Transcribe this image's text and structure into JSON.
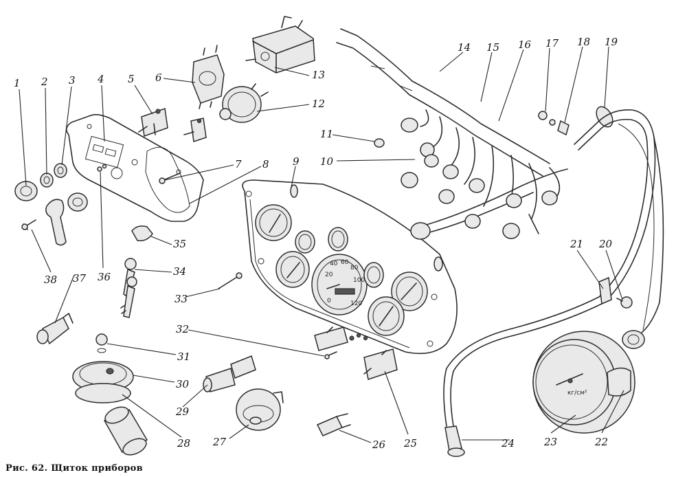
{
  "caption": "Рис. 62. Щиток приборов",
  "gauge_text": {
    "speedometer_scale": [
      "0",
      "20",
      "40",
      "60",
      "80",
      "100",
      "120"
    ],
    "pressure_gauge_label": "кг/см²"
  },
  "callouts": [
    "1",
    "2",
    "3",
    "4",
    "5",
    "6",
    "7",
    "8",
    "9",
    "10",
    "11",
    "12",
    "13",
    "14",
    "15",
    "16",
    "17",
    "18",
    "19",
    "20",
    "21",
    "22",
    "23",
    "24",
    "25",
    "26",
    "27",
    "28",
    "29",
    "30",
    "31",
    "32",
    "33",
    "34",
    "35",
    "36",
    "37",
    "38"
  ]
}
